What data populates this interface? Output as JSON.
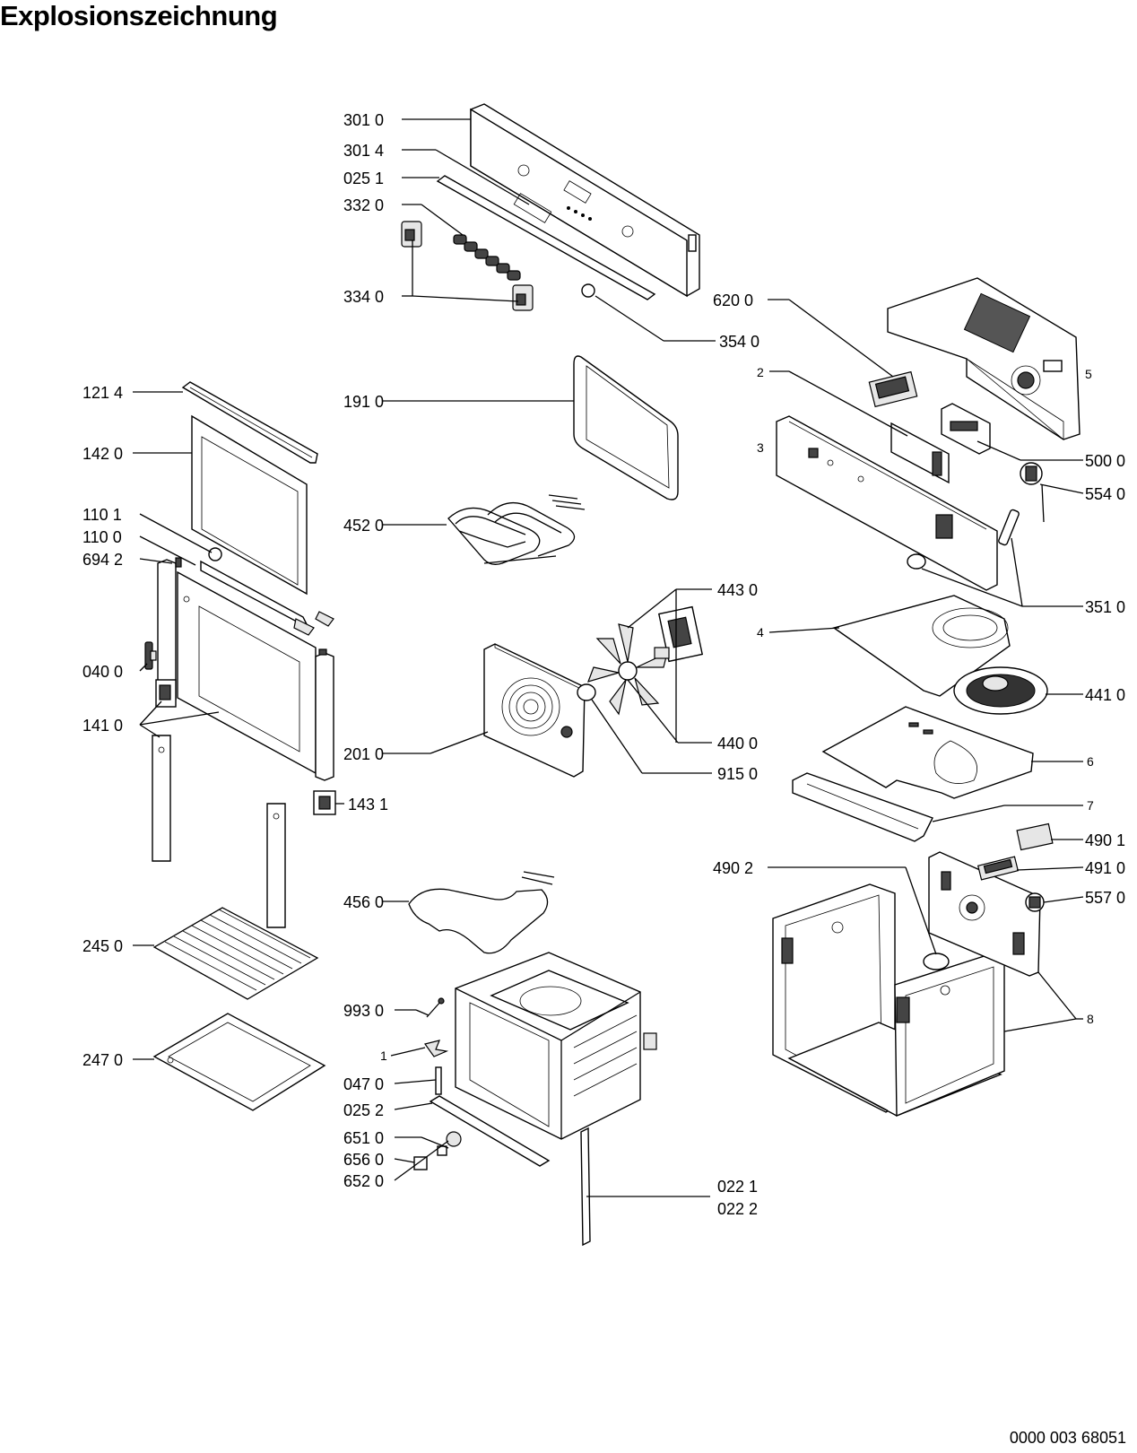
{
  "title": "Explosionszeichnung",
  "footer_code": "0000 003 68051",
  "labels": {
    "p3010": "301 0",
    "p3014": "301 4",
    "p0251": "025 1",
    "p3320": "332 0",
    "p3340": "334 0",
    "p3540": "354 0",
    "p6200": "620 0",
    "p1214": "121 4",
    "p1910": "191 0",
    "p1420": "142 0",
    "p4520": "452 0",
    "p1101": "110 1",
    "p1100": "110 0",
    "p6942": "694 2",
    "p0400": "040 0",
    "p1410": "141 0",
    "p2010": "201 0",
    "p1431": "143 1",
    "p4430": "443 0",
    "p4400": "440 0",
    "p9150": "915 0",
    "p5": "5",
    "p2": "2",
    "p3": "3",
    "p5000": "500 0",
    "p5540": "554 0",
    "p3510": "351 0",
    "p4": "4",
    "p4410": "441 0",
    "p6": "6",
    "p7": "7",
    "p4901": "490 1",
    "p4902": "490 2",
    "p4910": "491 0",
    "p5570": "557 0",
    "p4560": "456 0",
    "p2450": "245 0",
    "p8": "8",
    "p9930": "993 0",
    "p1": "1",
    "p2470": "247 0",
    "p0470": "047 0",
    "p0252": "025 2",
    "p6510": "651 0",
    "p6560": "656 0",
    "p6520": "652 0",
    "p0221": "022 1",
    "p0222": "022 2"
  }
}
